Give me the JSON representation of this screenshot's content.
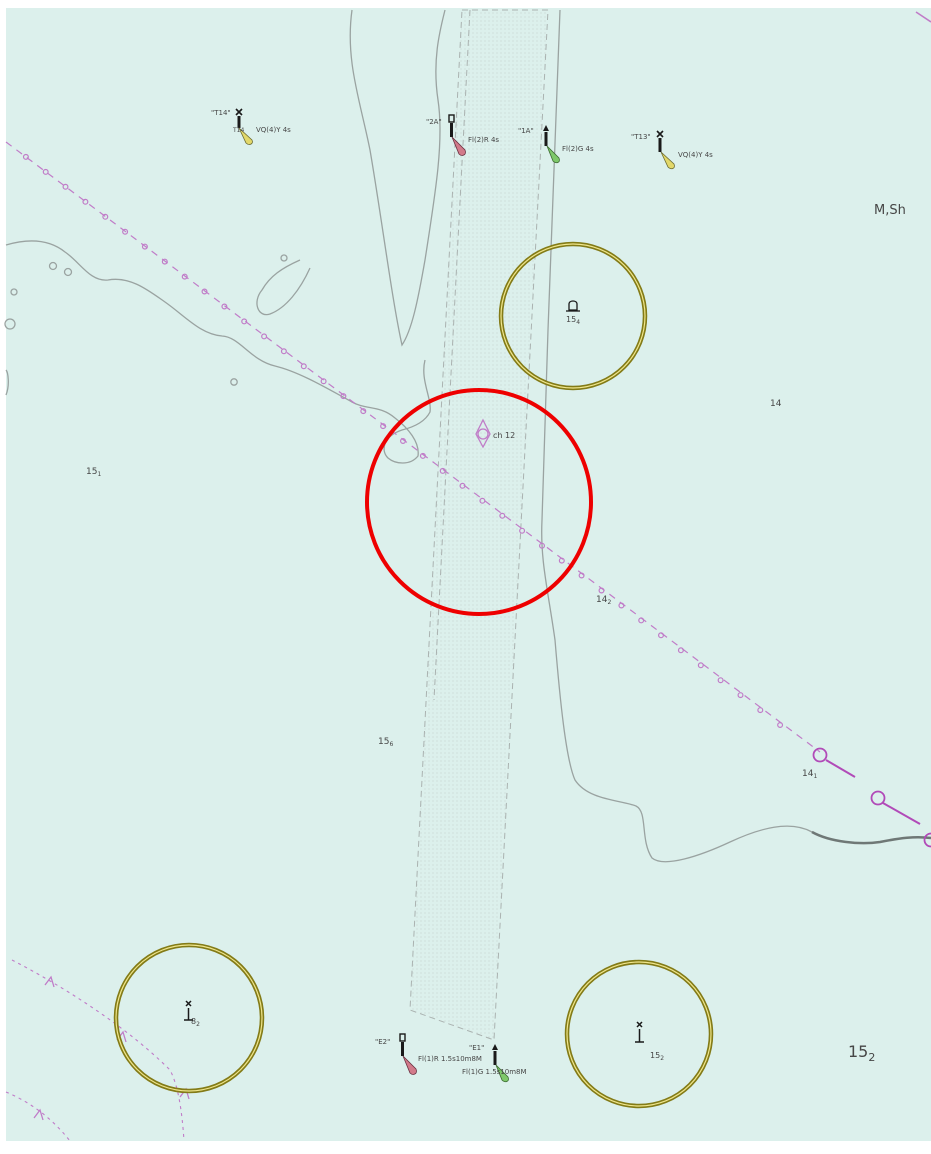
{
  "colors": {
    "sea": "#dcf0ec",
    "contour": "#9aa3a1",
    "fairway": "#aab2b0",
    "cable": "#c07cc8",
    "cable_dark": "#b14ab8",
    "warning_ring": "#ee0000",
    "anchor_ring": "#837b17",
    "depth_text": "#464646",
    "mark_red": "#d27a8a",
    "mark_green": "#7ec86a",
    "mark_yellow": "#e2d86a",
    "mark_black": "#1a1a1a"
  },
  "labels": {
    "seabed": "M,Sh"
  },
  "buoys": [
    {
      "id": "T14",
      "name": "\"T14\"",
      "light": "VQ(4)Y 4s",
      "sub": "T14",
      "color": "yellow",
      "topmark": "x"
    },
    {
      "id": "2A",
      "name": "\"2A\"",
      "light": "Fl(2)R 4s",
      "color": "red",
      "topmark": "can"
    },
    {
      "id": "1A",
      "name": "\"1A\"",
      "light": "Fl(2)G 4s",
      "color": "green",
      "topmark": "cone"
    },
    {
      "id": "T13",
      "name": "\"T13\"",
      "light": "VQ(4)Y 4s",
      "color": "yellow",
      "topmark": "x"
    },
    {
      "id": "E2",
      "name": "\"E2\"",
      "light": "Fl(1)R 1.5s10m8M",
      "color": "red",
      "topmark": "can"
    },
    {
      "id": "E1",
      "name": "\"E1\"",
      "light": "Fl(1)G 1.5s10m8M",
      "color": "green",
      "topmark": "cone"
    }
  ],
  "radio_station": {
    "label": "ch 12"
  },
  "depths": [
    {
      "id": "d14",
      "main": "14",
      "sub": ""
    },
    {
      "id": "d15a",
      "main": "15",
      "sub": "1"
    },
    {
      "id": "d14b",
      "main": "14",
      "sub": "2"
    },
    {
      "id": "d15b",
      "main": "15",
      "sub": "6"
    },
    {
      "id": "d14c",
      "main": "14",
      "sub": "1"
    },
    {
      "id": "d15c",
      "main": "15",
      "sub": "2"
    },
    {
      "id": "d15d",
      "main": "15",
      "sub": "2"
    },
    {
      "id": "d8",
      "main": "8",
      "sub": "2"
    }
  ],
  "anchorage_labels": {
    "upper": "15",
    "upper_sub": "4"
  }
}
